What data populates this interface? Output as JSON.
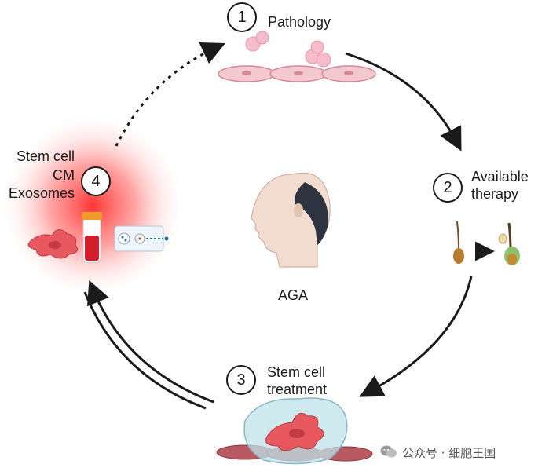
{
  "center": {
    "label": "AGA"
  },
  "steps": [
    {
      "number": "1",
      "title": "Pathology"
    },
    {
      "number": "2",
      "title_line1": "Available",
      "title_line2": "therapy"
    },
    {
      "number": "3",
      "title_line1": "Stem cell",
      "title_line2": "treatment"
    },
    {
      "number": "4",
      "title_line1": "Stem cell",
      "title_line2": "CM",
      "title_line3": "Exosomes"
    }
  ],
  "watermark": {
    "text": "公众号 · 细胞王国"
  },
  "colors": {
    "cell_pink": "#f3c9cf",
    "cell_border": "#d58896",
    "stem_cell_red": "#e8585f",
    "glow_red": "#ff3b3b",
    "bubble": "#f6bccc",
    "blue_membrane": "#bfe3ea",
    "arrow": "#1a1a1a"
  }
}
